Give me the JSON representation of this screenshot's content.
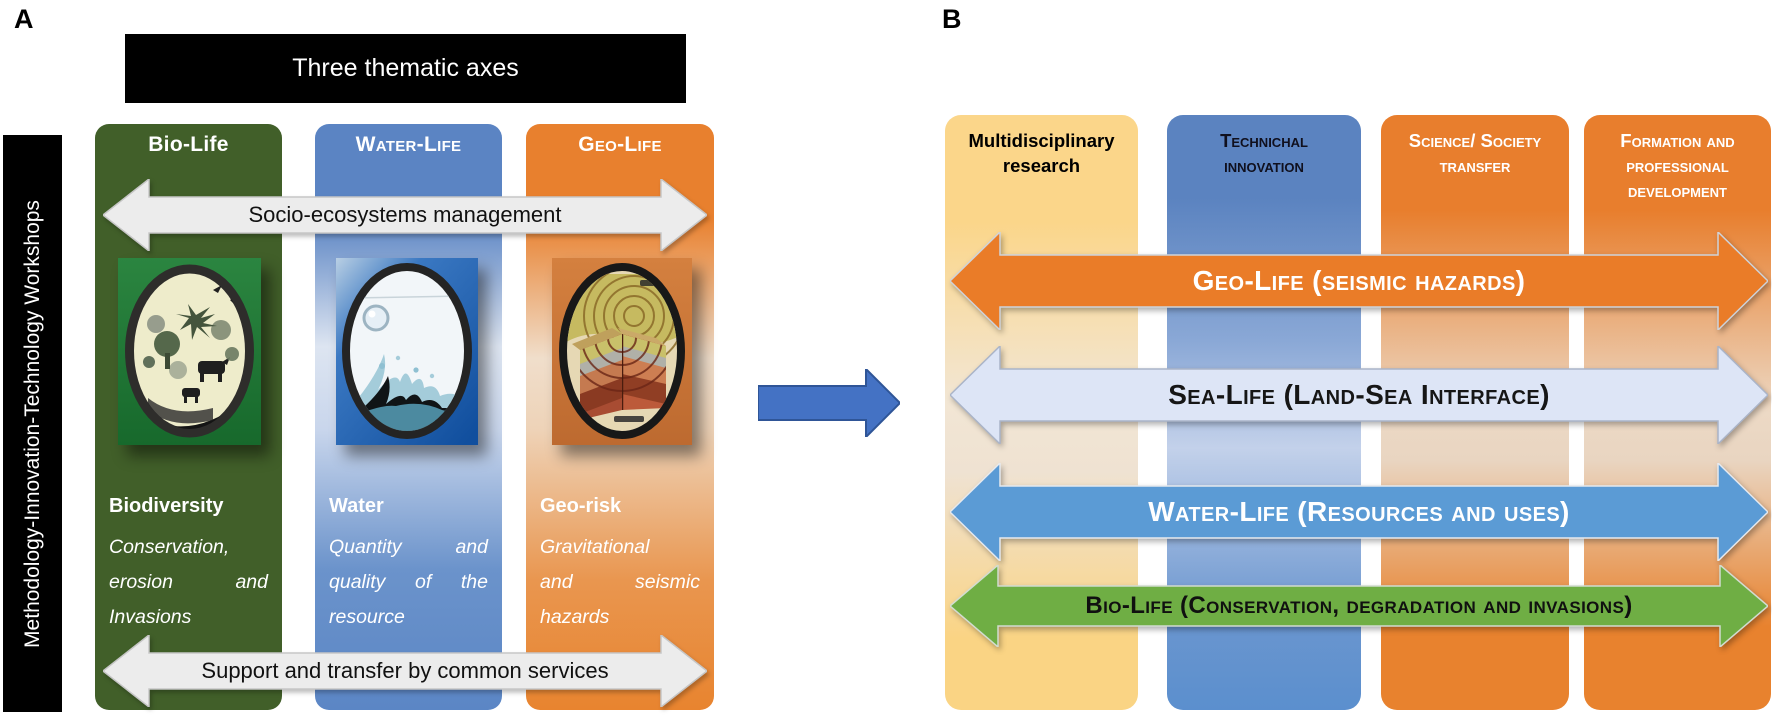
{
  "figure": {
    "panel_a_label": "A",
    "panel_b_label": "B"
  },
  "panel_a": {
    "title_banner": "Three thematic axes",
    "sidebar_label": "Methodology-Innovation-Technology Workshops",
    "top_arrow_label": "Socio-ecosystems management",
    "bottom_arrow_label": "Support and transfer by common services",
    "columns": [
      {
        "header": "Bio-Life",
        "color": "#415f29",
        "topic": "Biodiversity",
        "description_lines": [
          "Conservation,",
          "erosion and",
          "Invasions"
        ],
        "image": "biodiversity-collage"
      },
      {
        "header": "Water-Life",
        "color": "#5b84c3",
        "topic": "Water",
        "description_lines": [
          "Quantity and",
          "quality of the",
          "resource"
        ],
        "image": "water-splash"
      },
      {
        "header": "Geo-Life",
        "color": "#e8802e",
        "topic": "Geo-risk",
        "description_lines": [
          "Gravitational",
          "and seismic",
          "hazards"
        ],
        "image": "seismic-block-diagram"
      }
    ]
  },
  "transition_arrow": {
    "icon": "right-arrow",
    "fill": "#4472c4",
    "stroke": "#2f5597"
  },
  "panel_b": {
    "columns": [
      {
        "header_lines": [
          "Multidisciplinary",
          "research",
          ""
        ],
        "color": "#fbd68a"
      },
      {
        "header_lines": [
          "Technichal",
          "innovation",
          ""
        ],
        "color": "#5b83c0"
      },
      {
        "header_lines": [
          "Science/ Society",
          "transfer",
          ""
        ],
        "color": "#e87e2d"
      },
      {
        "header_lines": [
          "Formation and",
          "professional",
          "development"
        ],
        "color": "#e87e2d"
      }
    ],
    "arrows": [
      {
        "label": "Geo-Life (seismic hazards)",
        "fill": "#ea7c28",
        "text_color": "#ffffff"
      },
      {
        "label": "Sea-Life (Land-Sea Interface)",
        "fill": "#dde5f6",
        "text_color": "#161616"
      },
      {
        "label": "Water-Life (Resources and uses)",
        "fill": "#5b9bd5",
        "text_color": "#ffffff"
      },
      {
        "label": "Bio-Life (Conservation, degradation and invasions)",
        "fill": "#6fae44",
        "text_color": "#101010"
      }
    ]
  }
}
